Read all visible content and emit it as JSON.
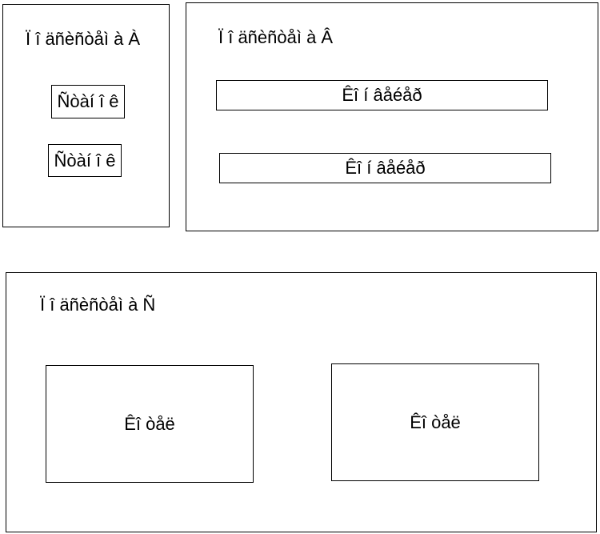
{
  "subsystem_a": {
    "title": "Ï î äñèñòåì à À",
    "elements": [
      "Ñòàí î ê",
      "Ñòàí î ê"
    ]
  },
  "subsystem_b": {
    "title": "Ï î äñèñòåì à Â",
    "elements": [
      "Êî í âåéåð",
      "Êî í âåéåð"
    ]
  },
  "subsystem_c": {
    "title": "Ï î äñèñòåì à Ñ",
    "elements": [
      "Êî òåë",
      "Êî òåë"
    ]
  }
}
